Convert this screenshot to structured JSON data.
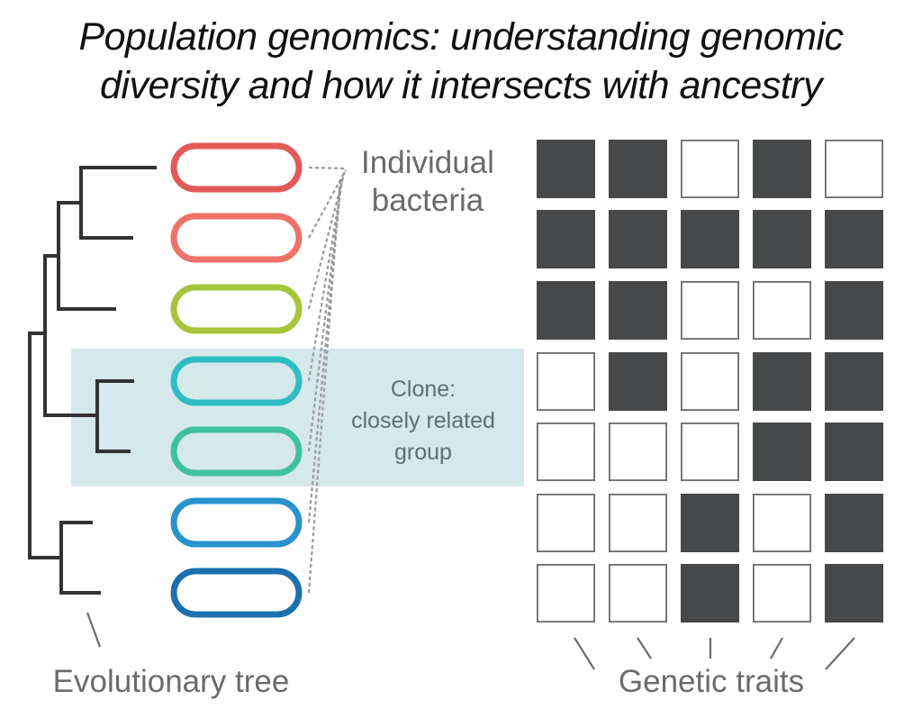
{
  "title": {
    "line1": "Population genomics: understanding genomic",
    "line2": "diversity and how it intersects with ancestry"
  },
  "labels": {
    "individual_bacteria_1": "Individual",
    "individual_bacteria_2": "bacteria",
    "clone_1": "Clone:",
    "clone_2": "closely related",
    "clone_3": "group",
    "evolutionary_tree": "Evolutionary tree",
    "genetic_traits": "Genetic traits"
  },
  "colors": {
    "tree": "#333333",
    "clone_highlight": "#d6e9ea",
    "trait_present": "#46484a",
    "trait_absent_border": "#6b6b6b",
    "connector": "#9a9a9a"
  },
  "bacteria": [
    {
      "id": 1,
      "color": "#e25a58"
    },
    {
      "id": 2,
      "color": "#ee7268"
    },
    {
      "id": 3,
      "color": "#a8c43a"
    },
    {
      "id": 4,
      "color": "#2ebdc2"
    },
    {
      "id": 5,
      "color": "#3fc19c"
    },
    {
      "id": 6,
      "color": "#2994cc"
    },
    {
      "id": 7,
      "color": "#1c70ad"
    }
  ],
  "clone_group_members": [
    4,
    5
  ],
  "traits_matrix": [
    [
      1,
      1,
      0,
      1,
      0
    ],
    [
      1,
      1,
      1,
      1,
      1
    ],
    [
      1,
      1,
      0,
      0,
      1
    ],
    [
      0,
      1,
      0,
      1,
      1
    ],
    [
      0,
      0,
      0,
      1,
      1
    ],
    [
      0,
      0,
      1,
      0,
      1
    ],
    [
      0,
      0,
      1,
      0,
      1
    ]
  ]
}
